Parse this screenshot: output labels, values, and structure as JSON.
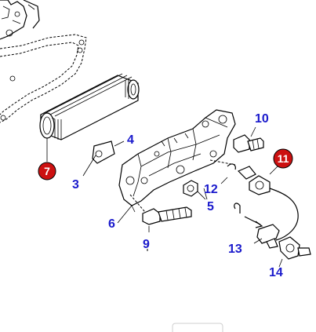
{
  "callouts": {
    "p3": "3",
    "p4": "4",
    "p5": "5",
    "p6": "6",
    "p7": "7",
    "p9": "9",
    "p10": "10",
    "p11": "11",
    "p12": "12",
    "p13": "13",
    "p14": "14"
  },
  "colors": {
    "label": "#1a1acc",
    "badge": "#cc1111"
  }
}
